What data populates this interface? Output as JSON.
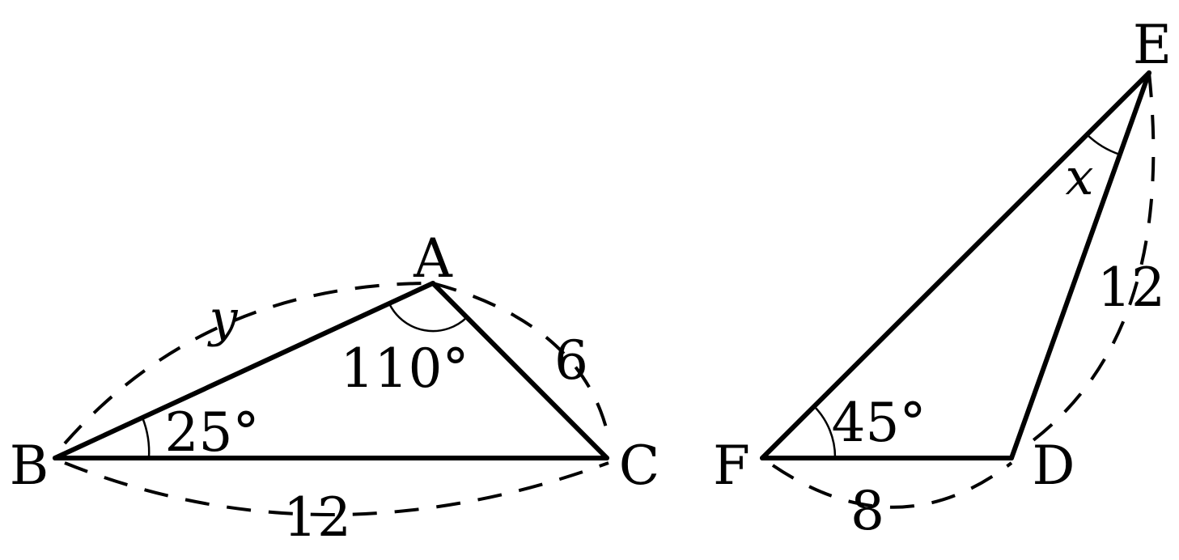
{
  "triangle_abc": {
    "vertices": {
      "a": "A",
      "b": "B",
      "c": "C"
    },
    "side_ab": "y",
    "side_ac": "6",
    "side_bc": "12",
    "angle_a": "110°",
    "angle_b": "25°"
  },
  "triangle_def": {
    "vertices": {
      "d": "D",
      "e": "E",
      "f": "F"
    },
    "side_fd": "8",
    "side_de": "12",
    "angle_f": "45°",
    "angle_e": "x"
  }
}
